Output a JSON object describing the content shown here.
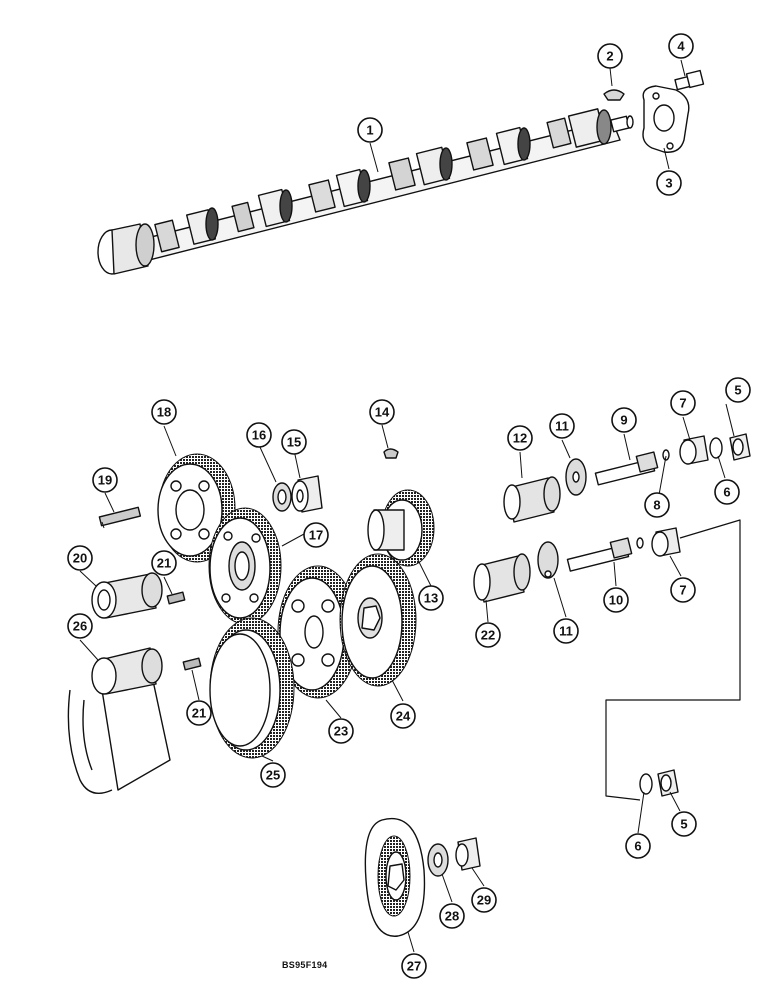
{
  "diagram": {
    "document_code": "BS95F194",
    "callouts": [
      {
        "id": "c1",
        "number": "1"
      },
      {
        "id": "c2",
        "number": "2"
      },
      {
        "id": "c3",
        "number": "3"
      },
      {
        "id": "c4",
        "number": "4"
      },
      {
        "id": "c5a",
        "number": "5"
      },
      {
        "id": "c5b",
        "number": "5"
      },
      {
        "id": "c6a",
        "number": "6"
      },
      {
        "id": "c6b",
        "number": "6"
      },
      {
        "id": "c7a",
        "number": "7"
      },
      {
        "id": "c7b",
        "number": "7"
      },
      {
        "id": "c8",
        "number": "8"
      },
      {
        "id": "c9",
        "number": "9"
      },
      {
        "id": "c10",
        "number": "10"
      },
      {
        "id": "c11a",
        "number": "11"
      },
      {
        "id": "c11b",
        "number": "11"
      },
      {
        "id": "c12",
        "number": "12"
      },
      {
        "id": "c13",
        "number": "13"
      },
      {
        "id": "c14",
        "number": "14"
      },
      {
        "id": "c15",
        "number": "15"
      },
      {
        "id": "c16",
        "number": "16"
      },
      {
        "id": "c17",
        "number": "17"
      },
      {
        "id": "c18",
        "number": "18"
      },
      {
        "id": "c19",
        "number": "19"
      },
      {
        "id": "c20",
        "number": "20"
      },
      {
        "id": "c21a",
        "number": "21"
      },
      {
        "id": "c21b",
        "number": "21"
      },
      {
        "id": "c22",
        "number": "22"
      },
      {
        "id": "c23",
        "number": "23"
      },
      {
        "id": "c24",
        "number": "24"
      },
      {
        "id": "c25",
        "number": "25"
      },
      {
        "id": "c26",
        "number": "26"
      },
      {
        "id": "c27",
        "number": "27"
      },
      {
        "id": "c28",
        "number": "28"
      },
      {
        "id": "c29",
        "number": "29"
      }
    ]
  }
}
